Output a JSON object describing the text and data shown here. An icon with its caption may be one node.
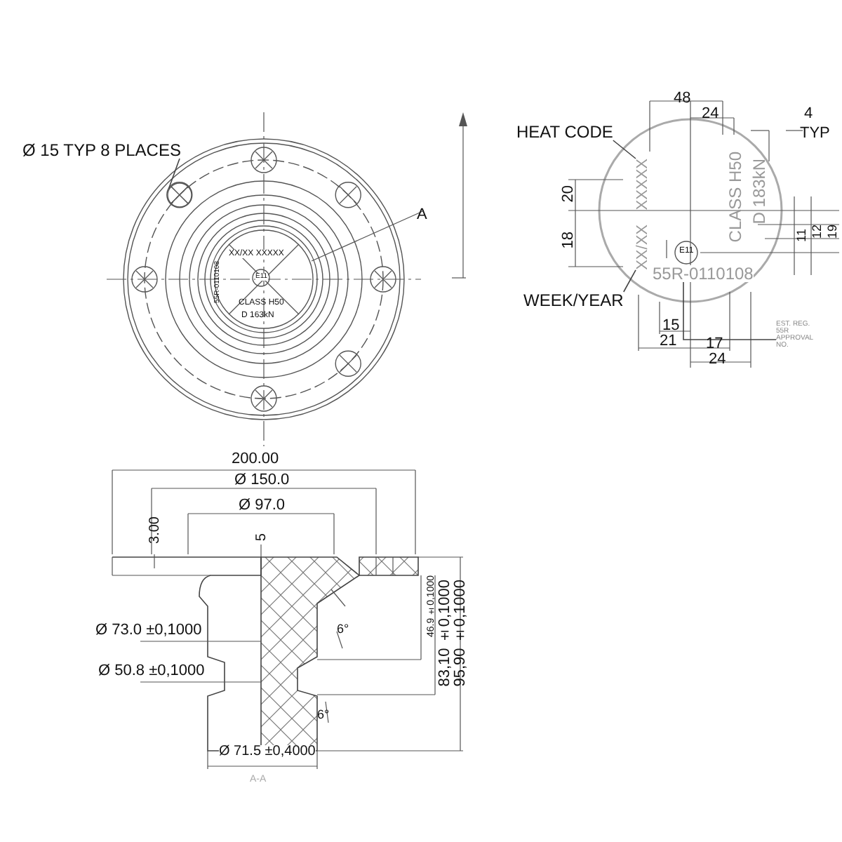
{
  "diagram": {
    "nodes": [
      {
        "text": [
          "Ø 15 TYP 8 PLACES"
        ]
      },
      {
        "text": [],
        "shape": "circle"
      },
      {
        "text": [
          "HEAT CODE"
        ]
      },
      {
        "text": [
          "XXXXX"
        ]
      },
      {
        "text": [
          "WEEK/YEAR"
        ]
      },
      {
        "text": [
          "XX/XX"
        ]
      },
      {
        "text": [
          "EST. REG. 55R APPROVAL NO."
        ]
      },
      {
        "text": [
          "55R-0110108"
        ]
      }
    ],
    "edges": [
      {
        "from": 0,
        "to": 1,
        "arrow": "none"
      },
      {
        "from": 2,
        "to": 3,
        "arrow": "none"
      },
      {
        "from": 4,
        "to": 5,
        "arrow": "none"
      },
      {
        "from": 6,
        "to": 7,
        "arrow": "none"
      }
    ],
    "labels": [
      "A",
      "XX/XX XXXXX",
      "55R-0110108",
      "E11",
      "CLASS H50",
      "D 163kN",
      "48",
      "24",
      "4",
      "TYP",
      "20",
      "18",
      "CLASS H50",
      "D 183kN",
      "E11",
      "11",
      "12",
      "19",
      "15",
      "21",
      "17",
      "24",
      "200.00",
      "Ø 150.0",
      "Ø 97.0",
      "3.00",
      "5",
      "6°",
      "Ø 73.0 ±0,1000",
      "Ø 50.8 ±0,1000",
      "46.9 ±0,1000",
      "83,10 ±0,1000",
      "95,90 ±0,1000",
      "6°",
      "Ø 71.5 ±0,4000",
      "A-A"
    ]
  }
}
